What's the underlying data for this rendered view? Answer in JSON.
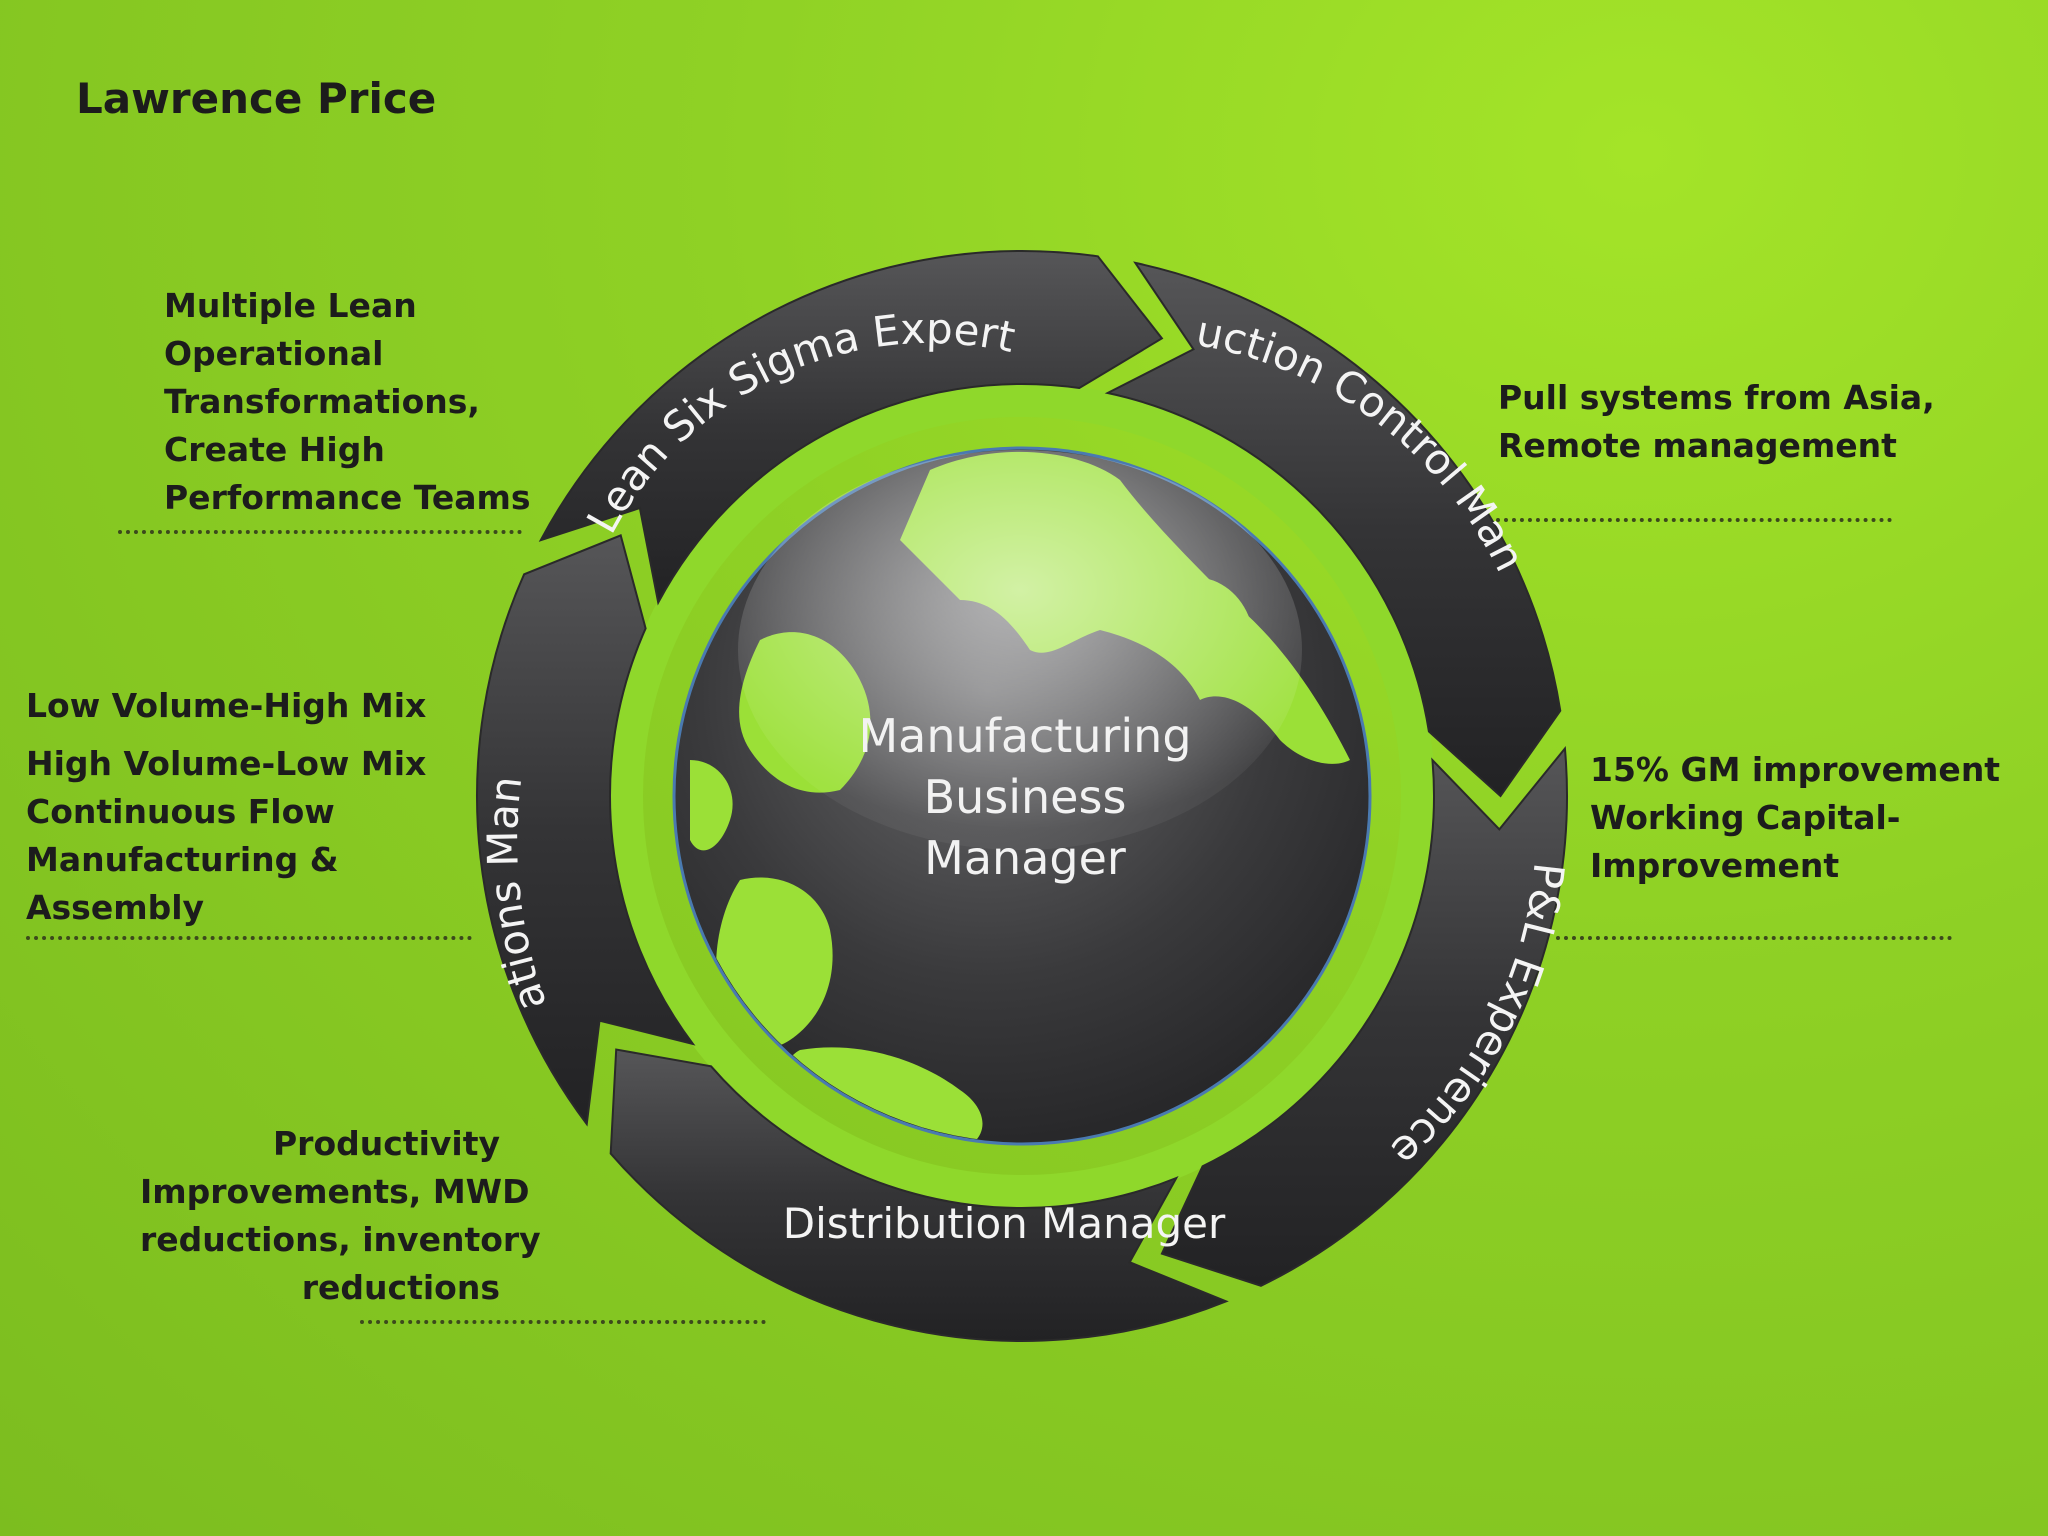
{
  "title": "Lawrence Price",
  "center": {
    "lines": [
      "Manufacturing",
      "Business",
      "Manager"
    ]
  },
  "segments": {
    "lean": "Lean Six Sigma Expert",
    "production": "Production Control Manager",
    "pl": "P&L Experience",
    "distribution": "Distribution Manager",
    "operations": "Operations Manager"
  },
  "notes": {
    "top_left": [
      "Multiple Lean",
      "Operational",
      "Transformations,",
      "Create High",
      "Performance Teams"
    ],
    "mid_left": [
      "Low Volume-High Mix",
      "High Volume-Low Mix",
      "Continuous Flow",
      "Manufacturing  &",
      "Assembly"
    ],
    "bottom_left": [
      "Productivity",
      "Improvements, MWD",
      "reductions, inventory",
      "reductions"
    ],
    "top_right": [
      "Pull systems from Asia,",
      "Remote management"
    ],
    "mid_right": [
      "15% GM improvement",
      "Working Capital-",
      "Improvement"
    ]
  },
  "colors": {
    "background": "#8fd125",
    "ring": "#3a3a3c",
    "globe_land": "#9be037"
  }
}
